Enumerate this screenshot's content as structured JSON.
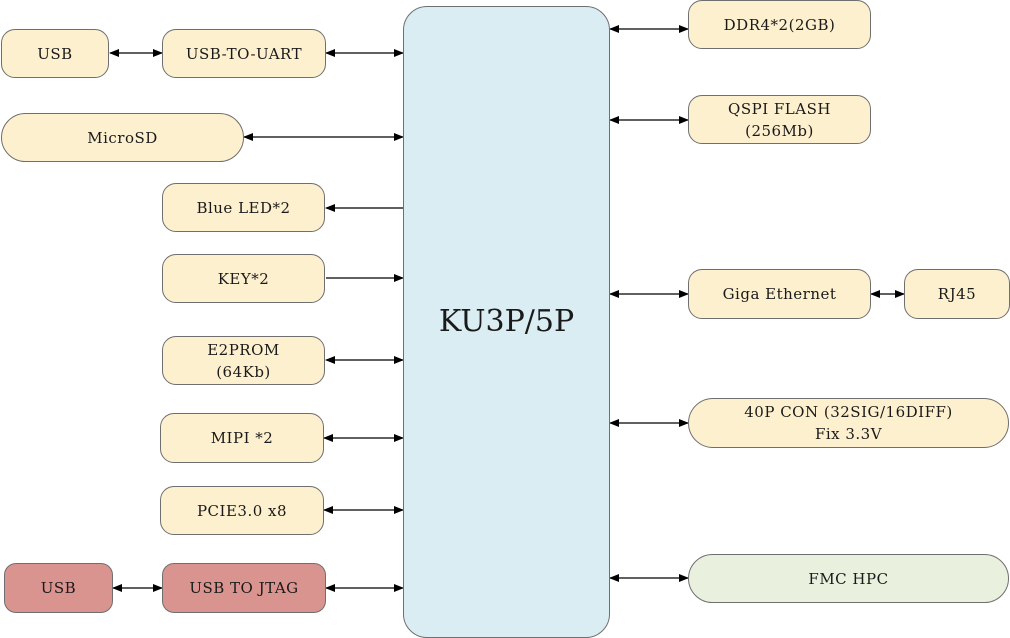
{
  "core": {
    "label": "KU3P/5P"
  },
  "left_blocks": {
    "usb_uart_usb": "USB",
    "usb_to_uart": "USB-TO-UART",
    "microsd": "MicroSD",
    "blue_led": "Blue LED*2",
    "key": "KEY*2",
    "e2prom": "E2PROM\n(64Kb)",
    "mipi": "MIPI *2",
    "pcie": "PCIE3.0 x8",
    "usb_jtag_usb": "USB",
    "usb_to_jtag": "USB TO JTAG"
  },
  "right_blocks": {
    "ddr4": "DDR4*2(2GB)",
    "qspi": "QSPI FLASH\n(256Mb)",
    "ethernet": "Giga Ethernet",
    "rj45": "RJ45",
    "con40p": "40P CON (32SIG/16DIFF)\nFix 3.3V",
    "fmc": "FMC HPC"
  },
  "connections": [
    {
      "from": "usb_uart_usb",
      "to": "usb_to_uart",
      "direction": "bidirectional"
    },
    {
      "from": "usb_to_uart",
      "to": "core",
      "direction": "bidirectional"
    },
    {
      "from": "microsd",
      "to": "core",
      "direction": "bidirectional"
    },
    {
      "from": "core",
      "to": "blue_led",
      "direction": "one-way"
    },
    {
      "from": "key",
      "to": "core",
      "direction": "one-way"
    },
    {
      "from": "e2prom",
      "to": "core",
      "direction": "bidirectional"
    },
    {
      "from": "mipi",
      "to": "core",
      "direction": "bidirectional"
    },
    {
      "from": "pcie",
      "to": "core",
      "direction": "bidirectional"
    },
    {
      "from": "usb_jtag_usb",
      "to": "usb_to_jtag",
      "direction": "bidirectional"
    },
    {
      "from": "usb_to_jtag",
      "to": "core",
      "direction": "bidirectional"
    },
    {
      "from": "core",
      "to": "ddr4",
      "direction": "bidirectional"
    },
    {
      "from": "core",
      "to": "qspi",
      "direction": "bidirectional"
    },
    {
      "from": "core",
      "to": "ethernet",
      "direction": "bidirectional"
    },
    {
      "from": "ethernet",
      "to": "rj45",
      "direction": "bidirectional"
    },
    {
      "from": "core",
      "to": "con40p",
      "direction": "bidirectional"
    },
    {
      "from": "core",
      "to": "fmc",
      "direction": "bidirectional"
    }
  ],
  "colors": {
    "peripheral": "#fdf0cf",
    "jtag": "#d9948f",
    "fmc": "#e9f0dd",
    "core": "#daedf3"
  }
}
